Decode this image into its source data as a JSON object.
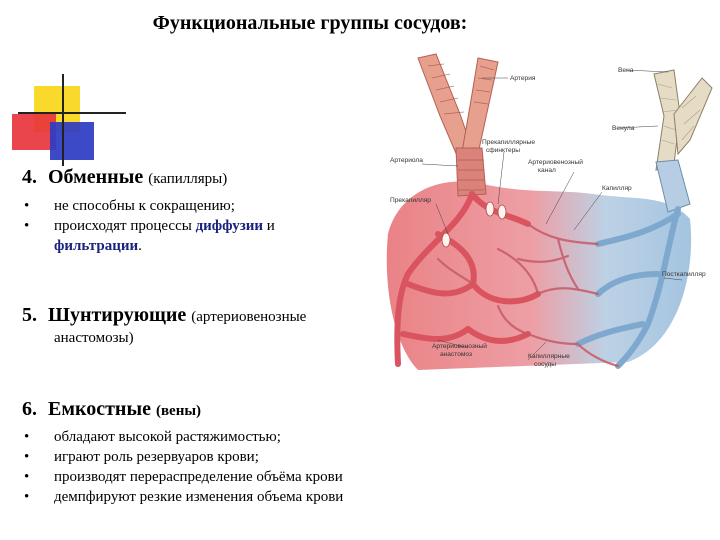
{
  "title": "Функциональные группы сосудов:",
  "colors": {
    "artery": "#e97c80",
    "vein": "#9fc1de",
    "deco_yellow": "#f9d92c",
    "deco_red": "#e8303a",
    "deco_blue": "#2d3bc3"
  },
  "sections": [
    {
      "number": "4.",
      "heading": "Обменные",
      "sub": "(капилляры)",
      "bullets": [
        {
          "text": "не способны к сокращению;"
        },
        {
          "pre": "происходят процессы ",
          "kw": "диффузии",
          "post": " и"
        }
      ],
      "bullet_cont": {
        "kw": "фильтрации",
        "post": "."
      }
    },
    {
      "number": "5.",
      "heading": "Шунтирующие",
      "sub": "(артериовенозные",
      "cont": "анастомозы)"
    },
    {
      "number": "6.",
      "heading": "Емкостные",
      "sub": "(вены)",
      "bullets": [
        {
          "text": "обладают  высокой  растяжимостью;"
        },
        {
          "text": "играют роль резервуаров крови;"
        },
        {
          "text": "производят перераспределение объёма крови"
        },
        {
          "text": "демпфируют резкие изменения объема крови"
        }
      ]
    }
  ],
  "bullet_symbol": "•",
  "diagram_labels": {
    "artery": "Артерия",
    "vein": "Вена",
    "venule": "Венула",
    "precap_sphincters": [
      "Прекапиллярные",
      "сфинктеры"
    ],
    "arteriole": "Артериола",
    "precap_channel": [
      "Артериовенозный",
      "канал"
    ],
    "capillary": "Капилляр",
    "precapillary": "Прекапилляр",
    "postcapillary": "Посткапилляр",
    "av_anastomosis": [
      "Артериовенозный",
      "анастомоз"
    ],
    "capillary_vessels": [
      "Капиллярные",
      "сосуды"
    ]
  }
}
